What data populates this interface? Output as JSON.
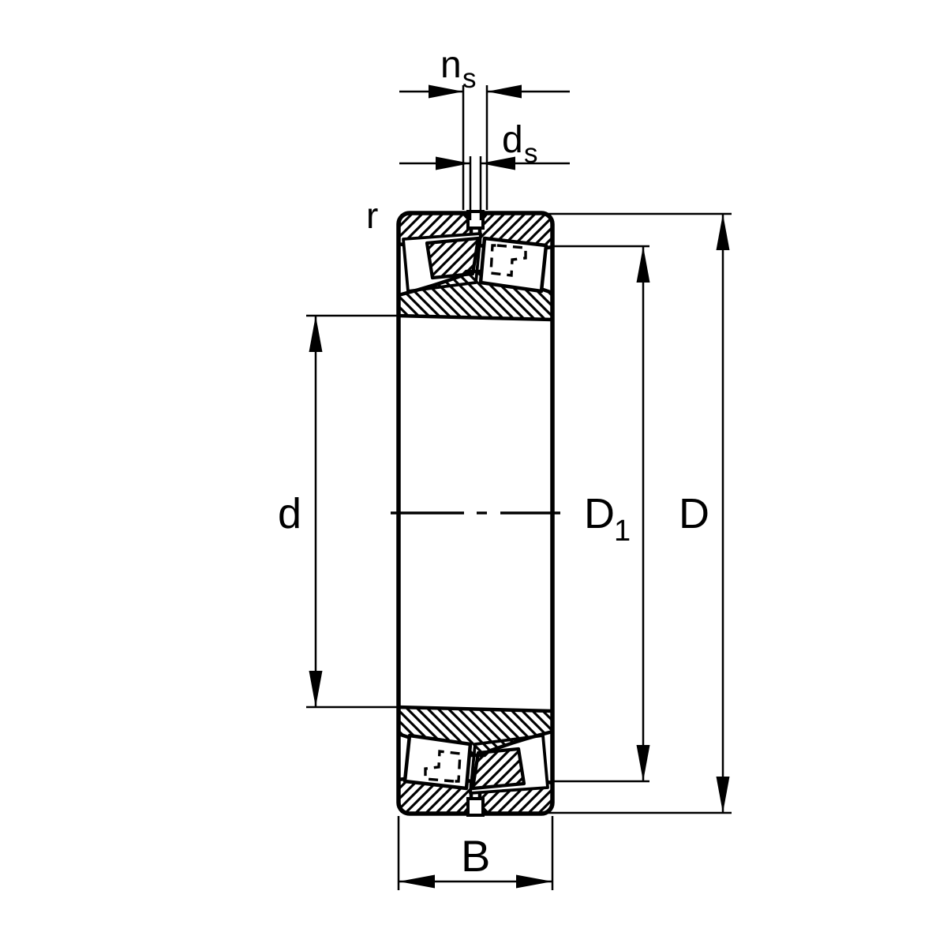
{
  "colors": {
    "line": "#000000",
    "background": "#ffffff"
  },
  "labels": {
    "ns": {
      "main": "n",
      "sub": "s"
    },
    "ds": {
      "main": "d",
      "sub": "s"
    },
    "r": "r",
    "d": "d",
    "d1": {
      "main": "D",
      "sub": "1"
    },
    "D": "D",
    "B": "B"
  }
}
